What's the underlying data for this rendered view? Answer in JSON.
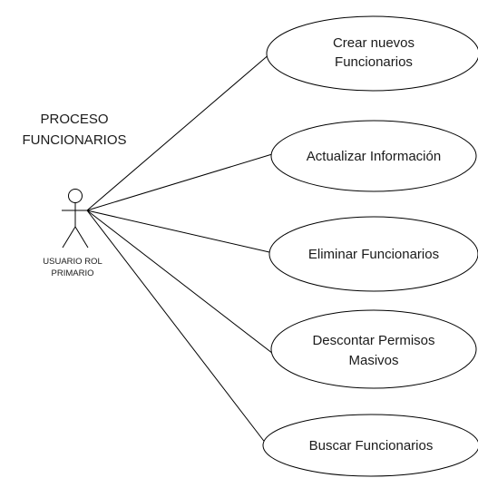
{
  "diagram": {
    "title": [
      "PROCESO",
      "FUNCIONARIOS"
    ],
    "actor": {
      "label": [
        "USUARIO ROL",
        "PRIMARIO"
      ]
    },
    "use_cases": [
      {
        "lines": [
          "Crear nuevos",
          "Funcionarios"
        ]
      },
      {
        "lines": [
          "Actualizar Información"
        ]
      },
      {
        "lines": [
          "Eliminar Funcionarios"
        ]
      },
      {
        "lines": [
          "Descontar Permisos",
          "Masivos"
        ]
      },
      {
        "lines": [
          "Buscar Funcionarios"
        ]
      }
    ]
  }
}
